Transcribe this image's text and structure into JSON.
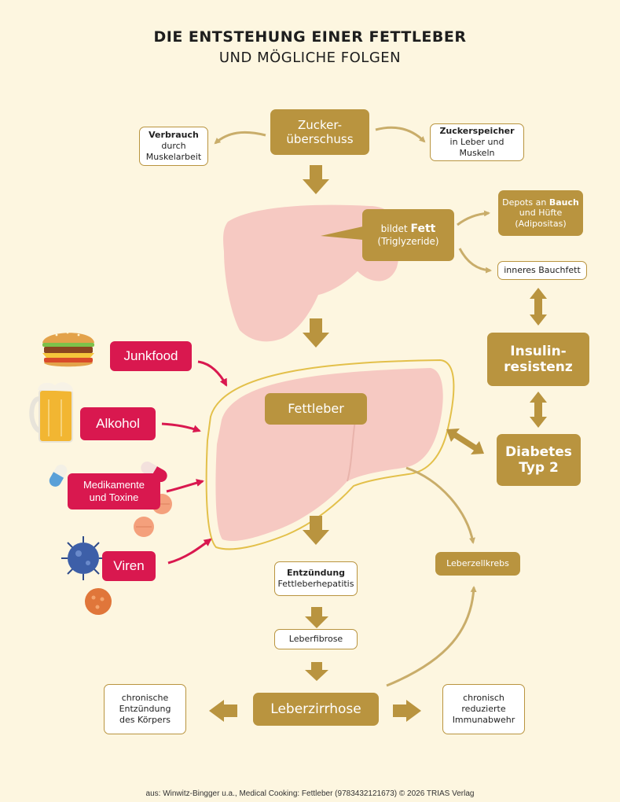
{
  "title": {
    "line1": "DIE ENTSTEHUNG EINER FETTLEBER",
    "line2": "UND MÖGLICHE FOLGEN"
  },
  "nodes": {
    "zucker": {
      "line1": "Zucker-",
      "line2": "überschuss"
    },
    "verbrauch": {
      "line1": "Verbrauch",
      "line2": "durch",
      "line3": "Muskelarbeit"
    },
    "zuckerspeicher": {
      "line1": "Zuckerspeicher",
      "line2": "in Leber und",
      "line3": "Muskeln"
    },
    "bildet_fett": {
      "prefix": "bildet ",
      "bold": "Fett",
      "line2": "(Triglyzeride)"
    },
    "depots": {
      "prefix": "Depots an ",
      "bold": "Bauch",
      "line2": "und Hüfte",
      "line3": "(Adipositas)"
    },
    "bauchfett": "inneres Bauchfett",
    "insulin": {
      "line1": "Insulin-",
      "line2": "resistenz"
    },
    "diabetes": {
      "line1": "Diabetes",
      "line2": "Typ 2"
    },
    "fettleber": "Fettleber",
    "entzuendung": {
      "line1": "Entzündung",
      "line2": "Fettleberhepatitis"
    },
    "fibrose": "Leberfibrose",
    "zirrhose": "Leberzirrhose",
    "krebs": "Leberzellkrebs",
    "chron_entz": {
      "line1": "chronische",
      "line2": "Entzündung",
      "line3": "des Körpers"
    },
    "chron_immun": {
      "line1": "chronisch",
      "line2": "reduzierte",
      "line3": "Immunabwehr"
    }
  },
  "causes": {
    "junkfood": "Junkfood",
    "alkohol": "Alkohol",
    "medikamente": {
      "line1": "Medikamente",
      "line2": "und Toxine"
    },
    "viren": "Viren"
  },
  "colors": {
    "gold": "#b9943f",
    "red": "#d9184f",
    "background": "#fdf6e0",
    "liver": "#f6c9c2"
  },
  "icons": {
    "burger": "burger-icon",
    "beer": "beer-icon",
    "pills": "pills-icon",
    "virus": "virus-icon"
  },
  "footer": "aus: Winwitz-Bingger u.a., Medical Cooking: Fettleber (9783432121673) © 2026 TRIAS Verlag"
}
